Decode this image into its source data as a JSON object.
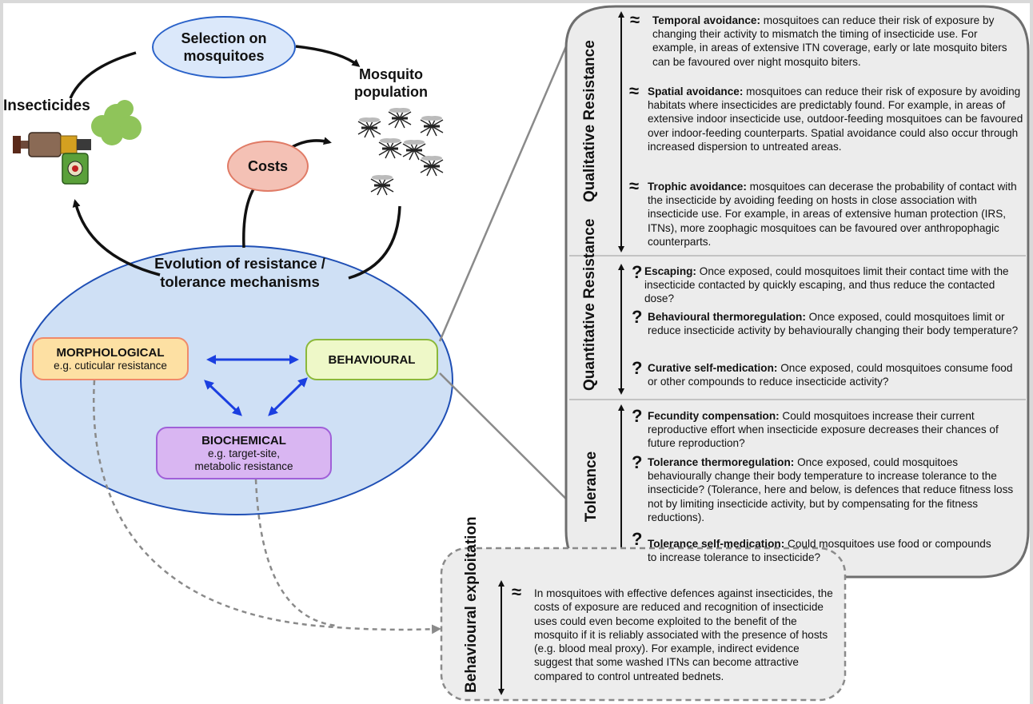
{
  "cycle": {
    "selection": "Selection on mosquitoes",
    "population": "Mosquito population",
    "insecticides": "Insecticides",
    "costs": "Costs",
    "evolution": "Evolution of resistance / tolerance mechanisms"
  },
  "mechanisms": {
    "morphological_title": "MORPHOLOGICAL",
    "morphological_sub": "e.g. cuticular resistance",
    "behavioural_title": "BEHAVIOURAL",
    "biochemical_title": "BIOCHEMICAL",
    "biochemical_sub1": "e.g. target-site,",
    "biochemical_sub2": "metabolic resistance"
  },
  "symbols": {
    "approx": "≈",
    "question": "?"
  },
  "panel": {
    "sections": {
      "qualitative": "Qualitative Resistance",
      "quantitative": "Quantitative Resistance",
      "tolerance": "Tolerance"
    },
    "items": {
      "temporal_title": "Temporal avoidance:",
      "temporal_text": " mosquitoes can reduce their risk of exposure by changing their activity to mismatch the timing of insecticide use. For example, in areas of extensive ITN coverage, early or late mosquito biters can be favoured over night mosquito biters.",
      "spatial_title": "Spatial avoidance:",
      "spatial_text": " mosquitoes can reduce their risk of exposure by avoiding habitats where insecticides are predictably found. For example, in areas of extensive indoor insecticide use, outdoor-feeding mosquitoes can be favoured over indoor-feeding counterparts. Spatial avoidance could also occur through increased dispersion to untreated areas.",
      "trophic_title": "Trophic avoidance:",
      "trophic_text": " mosquitoes can decerase the probability of contact with the insecticide by avoiding feeding on hosts in close association with insecticide use. For example, in areas of extensive human protection (IRS, ITNs), more zoophagic mosquitoes can be favoured over anthropophagic counterparts.",
      "escaping_title": "Escaping:",
      "escaping_text": " Once exposed, could mosquitoes limit their contact time with the insecticide contacted by quickly escaping, and thus reduce the contacted dose?",
      "thermo_title": "Behavioural thermoregulation:",
      "thermo_text": " Once exposed, could mosquitoes limit or reduce insecticide activity by behaviourally changing their body temperature?",
      "curative_title": "Curative self-medication:",
      "curative_text": " Once exposed, could mosquitoes consume food or other compounds to reduce insecticide activity?",
      "fecundity_title": "Fecundity compensation:",
      "fecundity_text": " Could mosquitoes increase their current reproductive effort when insecticide exposure decreases their chances of future reproduction?",
      "tolthermo_title": "Tolerance thermoregulation:",
      "tolthermo_text": " Once exposed, could mosquitoes behaviourally change their body temperature to increase tolerance to the insecticide? (Tolerance, here and below, is defences that reduce fitness loss not by limiting insecticide activity, but by compensating for the fitness reductions).",
      "tolmed_title": "Tolerance self-medication:",
      "tolmed_text": " Could mosquitoes use food or compounds to increase tolerance to insecticide?"
    }
  },
  "exploitation": {
    "label": "Behavioural exploitation",
    "text": "In mosquitoes with effective defences against insecticides, the costs of exposure are reduced and recognition of insecticide uses could even become exploited to the benefit of the mosquito if it is reliably associated with the presence of hosts (e.g. blood meal proxy). For example, indirect evidence suggest that some washed ITNs can become attractive compared to control untreated bednets."
  },
  "colors": {
    "selection_fill": "#dbe8fa",
    "selection_border": "#2a62c9",
    "costs_fill": "#f4c1b5",
    "costs_border": "#e07b66",
    "evolution_fill": "#cfe0f5",
    "evolution_border": "#1f4fb5",
    "morph_fill": "#fde0a3",
    "morph_border": "#f08a6a",
    "behav_fill": "#eef8c8",
    "behav_border": "#8bb83a",
    "biochem_fill": "#d9b6f2",
    "biochem_border": "#a060d8",
    "panel_fill": "#ededed",
    "panel_border": "#6e6e6e",
    "arrow_blue": "#1b3fe0"
  }
}
